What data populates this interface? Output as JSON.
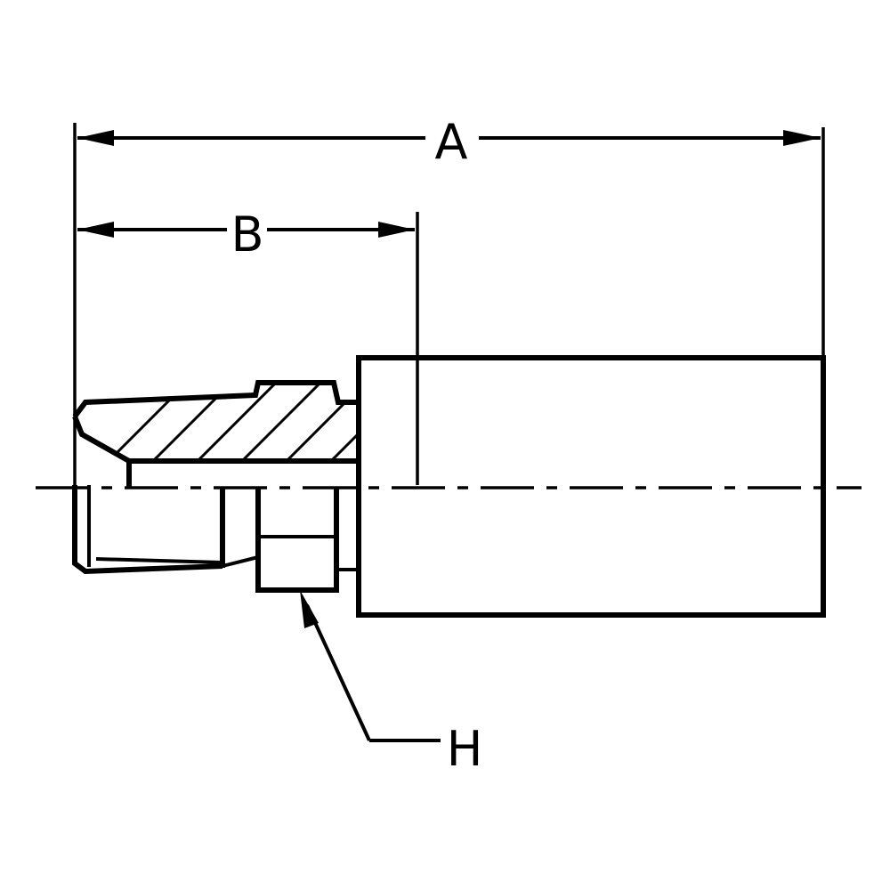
{
  "labels": {
    "dim_a": "A",
    "dim_b": "B",
    "callout_h": "H"
  },
  "colors": {
    "line": "#000000",
    "background": "#ffffff"
  }
}
